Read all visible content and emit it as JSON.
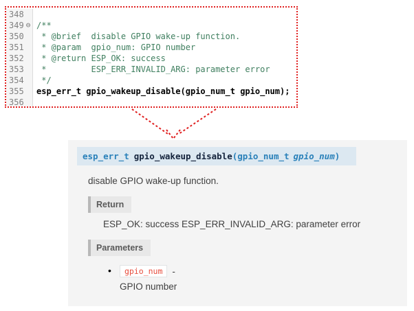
{
  "code_editor": {
    "lines": [
      {
        "num": "348",
        "fold": "",
        "text": ""
      },
      {
        "num": "349",
        "fold": "⊖",
        "text": "/**"
      },
      {
        "num": "350",
        "fold": "",
        "text": " * @brief  disable GPIO wake-up function."
      },
      {
        "num": "351",
        "fold": "",
        "text": " * @param  gpio_num: GPIO number"
      },
      {
        "num": "352",
        "fold": "",
        "text": " * @return ESP_OK: success"
      },
      {
        "num": "353",
        "fold": "",
        "text": " *         ESP_ERR_INVALID_ARG: parameter error"
      },
      {
        "num": "354",
        "fold": "",
        "text": " */"
      },
      {
        "num": "355",
        "fold": "",
        "text": "esp_err_t gpio_wakeup_disable(gpio_num_t gpio_num);"
      },
      {
        "num": "356",
        "fold": "",
        "text": ""
      }
    ]
  },
  "doc": {
    "signature": {
      "return_type": "esp_err_t",
      "name": "gpio_wakeup_disable",
      "open_paren": "(",
      "param_type": "gpio_num_t",
      "param_name": "gpio_num",
      "close_paren": ")"
    },
    "brief": "disable GPIO wake-up function.",
    "return_section": {
      "label": "Return",
      "text": "ESP_OK: success ESP_ERR_INVALID_ARG: parameter error"
    },
    "parameters_section": {
      "label": "Parameters",
      "items": [
        {
          "name": "gpio_num",
          "separator": "-",
          "description": "GPIO number"
        }
      ]
    }
  },
  "colors": {
    "highlight_border": "#e01f1f",
    "comment_green": "#3f7f5f",
    "link_blue": "#2980b9",
    "inline_code_red": "#e74c3c",
    "signature_bg": "#dce8f1",
    "panel_bg": "#f4f4f4"
  }
}
